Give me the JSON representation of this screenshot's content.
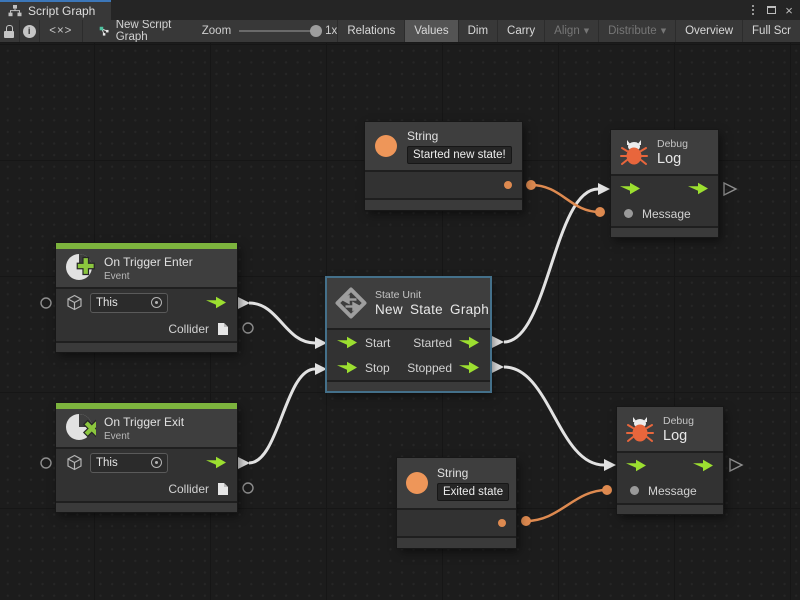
{
  "tab": {
    "title": "Script Graph"
  },
  "icons": {
    "close": "×",
    "code": "<×>",
    "caret": "▼"
  },
  "toolbar": {
    "graph_name": "New Script Graph",
    "zoom": {
      "label": "Zoom",
      "value": "1x"
    },
    "buttons": [
      {
        "label": "Relations",
        "state": "normal"
      },
      {
        "label": "Values",
        "state": "active"
      },
      {
        "label": "Dim",
        "state": "normal"
      },
      {
        "label": "Carry",
        "state": "normal"
      },
      {
        "label": "Align",
        "state": "disabled",
        "dropdown": true
      },
      {
        "label": "Distribute",
        "state": "disabled",
        "dropdown": true
      },
      {
        "label": "Overview",
        "state": "normal"
      },
      {
        "label": "Full Scr",
        "state": "normal"
      }
    ]
  },
  "nodes": {
    "string_top": {
      "title": "String",
      "value": "Started new state!"
    },
    "debug_top": {
      "kind": "Debug",
      "title": "Log",
      "input_label": "Message"
    },
    "on_trigger_enter": {
      "title": "On Trigger Enter",
      "subtitle": "Event",
      "target_value": "This",
      "output_label": "Collider"
    },
    "state_unit": {
      "kind": "State Unit",
      "title": "New State Graph",
      "ports": {
        "start": "Start",
        "stop": "Stop",
        "started": "Started",
        "stopped": "Stopped"
      }
    },
    "on_trigger_exit": {
      "title": "On Trigger Exit",
      "subtitle": "Event",
      "target_value": "This",
      "output_label": "Collider"
    },
    "string_bottom": {
      "title": "String",
      "value": "Exited state"
    },
    "debug_bottom": {
      "kind": "Debug",
      "title": "Log",
      "input_label": "Message"
    }
  },
  "colors": {
    "accent_green": "#9cdf30",
    "event_bar_green": "#7cb33d",
    "value_orange": "#ee9659",
    "wire_orange": "#de8a50",
    "bug_orange": "#e8663c",
    "selection_blue": "#44708a",
    "tab_accent_blue": "#3c77b9"
  }
}
